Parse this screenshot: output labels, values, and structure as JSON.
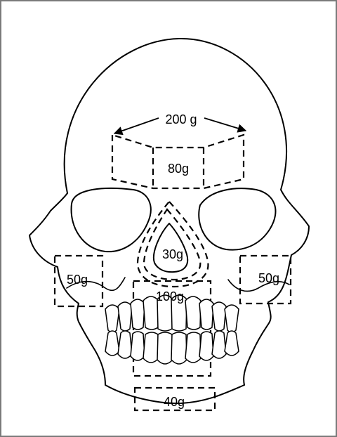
{
  "labels": {
    "forehead_total": "200 g",
    "forehead_center": "80g",
    "nose": "30g",
    "left_cheek": "50g",
    "right_cheek": "50g",
    "maxilla": "100g",
    "chin": "40g"
  }
}
